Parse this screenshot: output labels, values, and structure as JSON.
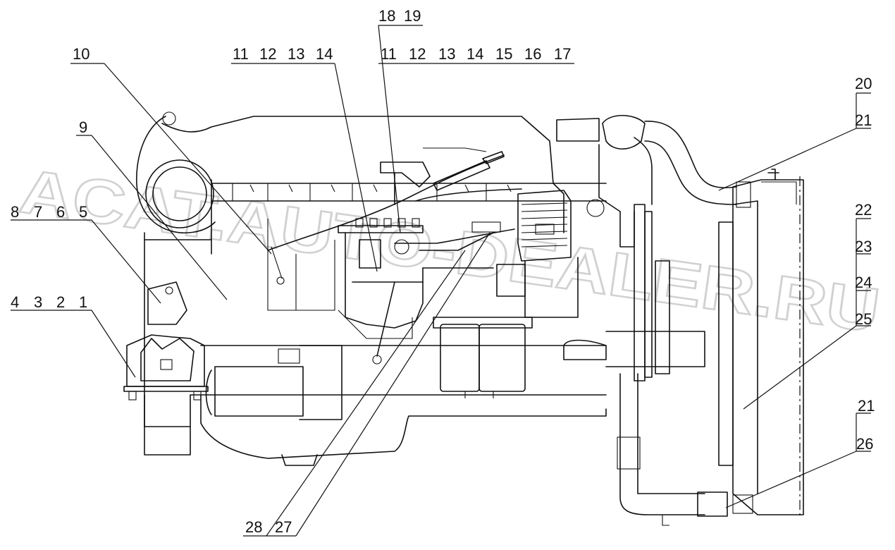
{
  "watermark": "ACAT.AUTO-DEALER.RU",
  "callouts": {
    "g_8765": [
      "8",
      "7",
      "6",
      "5"
    ],
    "g_4321": [
      "4",
      "3",
      "2",
      "1"
    ],
    "g_10": [
      "10"
    ],
    "g_9": [
      "9"
    ],
    "g_11_14": [
      "11",
      "12",
      "13",
      "14"
    ],
    "g_18_19": [
      "18",
      "19"
    ],
    "g_11_17": [
      "11",
      "12",
      "13",
      "14",
      "15",
      "16",
      "17"
    ],
    "g_20": [
      "20"
    ],
    "g_21_top": [
      "21"
    ],
    "g_22": [
      "22"
    ],
    "g_23": [
      "23"
    ],
    "g_24": [
      "24"
    ],
    "g_25": [
      "25"
    ],
    "g_21_bottom": [
      "21"
    ],
    "g_26": [
      "26"
    ],
    "g_28_27": [
      "28",
      "27"
    ]
  }
}
